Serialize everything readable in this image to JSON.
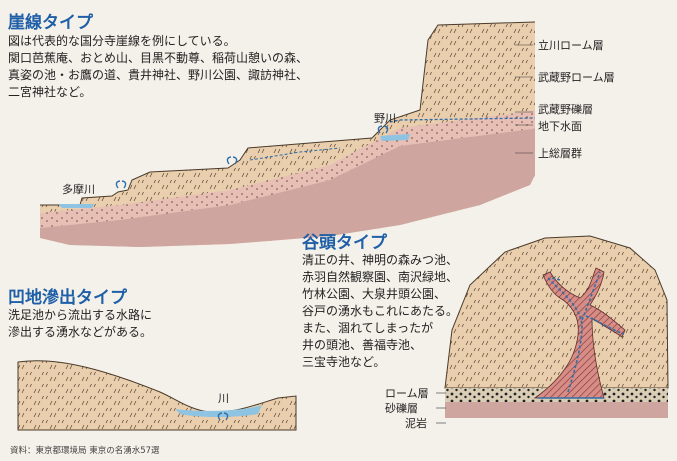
{
  "cliff": {
    "title": "崖線タイプ",
    "desc": [
      "図は代表的な国分寺崖線を例にしている。",
      "関口芭蕉庵、おとめ山、目黒不動尊、稲荷山憩いの森、",
      "真姿の池・お鷹の道、貴井神社、野川公園、諏訪神社、",
      "二宮神社など。"
    ],
    "layers": [
      "立川ローム層",
      "武蔵野ローム層",
      "武蔵野礫層",
      "地下水面",
      "上総層群"
    ],
    "rivers": {
      "nogawa": "野川",
      "tamagawa": "多摩川"
    }
  },
  "valley": {
    "title": "谷頭タイプ",
    "desc": [
      "清正の井、神明の森みつ池、",
      "赤羽自然観察園、南沢緑地、",
      "竹林公園、大泉井頭公園、",
      "谷戸の湧水もこれにあたる。",
      "また、涸れてしまったが",
      "井の頭池、善福寺池、",
      "三宝寺池など。"
    ],
    "layers": [
      "ローム層",
      "砂礫層",
      "泥岩"
    ]
  },
  "depression": {
    "title": "凹地滲出タイプ",
    "desc": [
      "洗足池から流出する水路に",
      "滲出する湧水などがある。"
    ],
    "river": "川"
  },
  "source": "資料：東京都環境局 東京の名湧水57選",
  "colors": {
    "heading": "#1f5fa8",
    "loam": "#e9cfae",
    "gravel": "#e7bfb5",
    "clay": "#cfa5a0",
    "water": "#8ec3e2"
  }
}
